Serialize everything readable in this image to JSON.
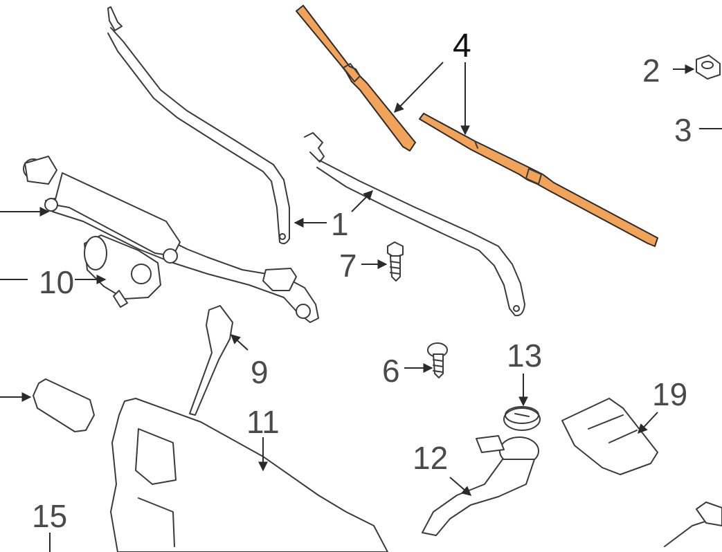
{
  "colors": {
    "highlight": "#f2a35a",
    "outline": "#3a3a3a",
    "callout_text": "#4a4a4a"
  },
  "callouts": {
    "c1": "1",
    "c2": "2",
    "c3": "3",
    "c4": "4",
    "c6": "6",
    "c7": "7",
    "c9": "9",
    "c10": "10",
    "c11": "11",
    "c12": "12",
    "c13": "13",
    "c15": "15",
    "c19": "19"
  },
  "highlighted_part": "4"
}
